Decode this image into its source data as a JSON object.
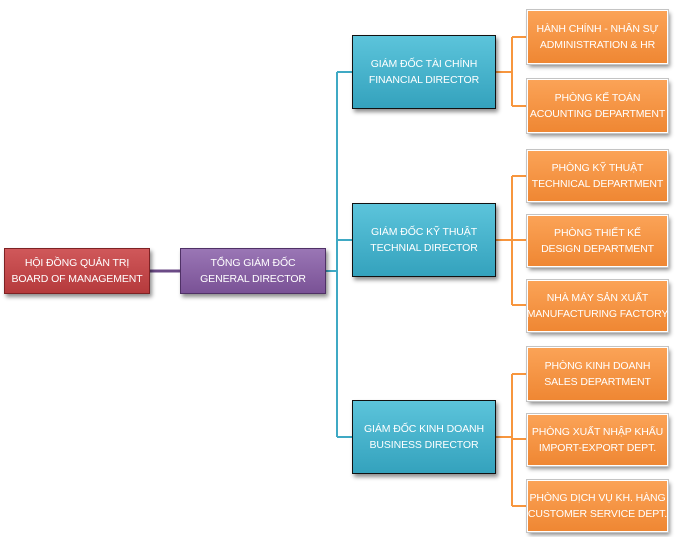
{
  "board": {
    "line1": "HỘI ĐỒNG QUẢN TRỊ",
    "line2": "BOARD OF MANAGEMENT"
  },
  "ceo": {
    "line1": "TỔNG GIÁM ĐỐC",
    "line2": "GENERAL DIRECTOR"
  },
  "directors": [
    {
      "line1": "GIÁM ĐỐC TÀI CHÍNH",
      "line2": "FINANCIAL DIRECTOR"
    },
    {
      "line1": "GIÁM ĐỐC KỸ THUẬT",
      "line2": "TECHNIAL DIRECTOR"
    },
    {
      "line1": "GIÁM ĐỐC KINH DOANH",
      "line2": "BUSINESS DIRECTOR"
    }
  ],
  "departments": [
    {
      "line1": "HÀNH CHÍNH - NHÂN SỰ",
      "line2": "ADMINISTRATION & HR"
    },
    {
      "line1": "PHÒNG KẾ TOÁN",
      "line2": "ACOUNTING DEPARTMENT"
    },
    {
      "line1": "PHÒNG KỸ THUẬT",
      "line2": "TECHNICAL DEPARTMENT"
    },
    {
      "line1": "PHÒNG THIẾT KẾ",
      "line2": "DESIGN DEPARTMENT"
    },
    {
      "line1": "NHÀ MÁY SẢN XUẤT",
      "line2": "MANUFACTURING FACTORY"
    },
    {
      "line1": "PHÒNG KINH DOANH",
      "line2": "SALES DEPARTMENT"
    },
    {
      "line1": "PHÒNG XUẤT NHẬP KHẨU",
      "line2": "IMPORT-EXPORT  DEPT."
    },
    {
      "line1": "PHÒNG DỊCH VỤ KH. HÀNG",
      "line2": "CUSTOMER SERVICE DEPT."
    }
  ],
  "colors": {
    "board": "#c0474a",
    "ceo": "#8a65a6",
    "director": "#4bb5cf",
    "department": "#f7963e",
    "line_purple": "#6b4a86",
    "line_cyan": "#3fa9c4",
    "line_orange": "#f7963e"
  }
}
